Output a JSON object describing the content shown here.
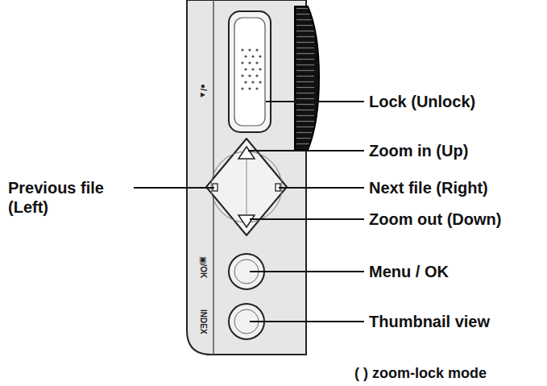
{
  "diagram": {
    "labels": [
      "Lock (Unlock)",
      "Zoom in (Up)",
      "Previous file (Left)",
      "Next file (Right)",
      "Zoom out (Down)",
      "Menu / OK",
      "Thumbnail view",
      "( ) zoom-lock mode",
      "●/▲",
      "▣/OK",
      "INDEX"
    ]
  }
}
